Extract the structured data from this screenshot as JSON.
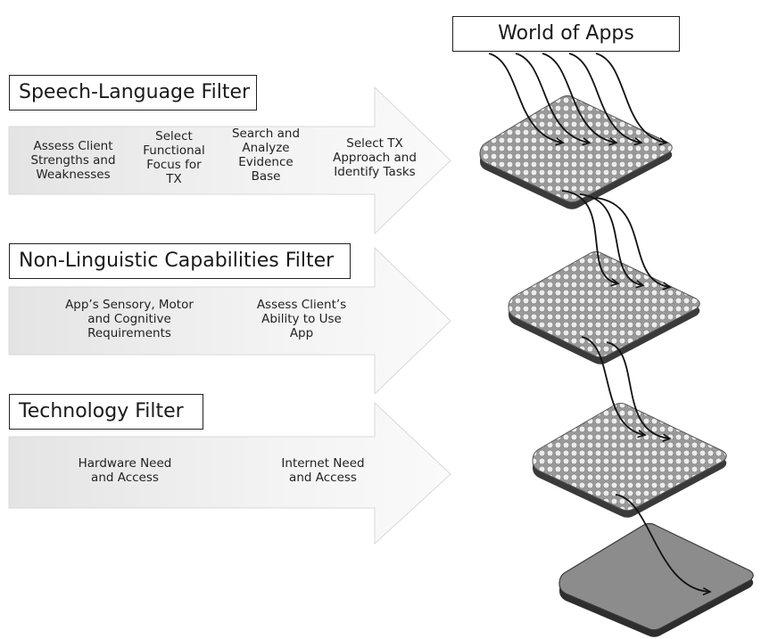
{
  "world": {
    "label": "World of Apps"
  },
  "filters": [
    {
      "title": "Speech-Language Filter",
      "steps": [
        "Assess Client\nStrengths and\nWeaknesses",
        "Select\nFunctional\nFocus for\nTX",
        "Search and\nAnalyze\nEvidence\nBase",
        "Select TX\nApproach and\nIdentify Tasks"
      ]
    },
    {
      "title": "Non-Linguistic Capabilities Filter",
      "steps": [
        "App’s Sensory, Motor\nand Cognitive\nRequirements",
        "Assess Client’s\nAbility to Use\nApp"
      ]
    },
    {
      "title": "Technology Filter",
      "steps": [
        "Hardware Need\nand Access",
        "Internet Need\nand Access"
      ]
    }
  ]
}
